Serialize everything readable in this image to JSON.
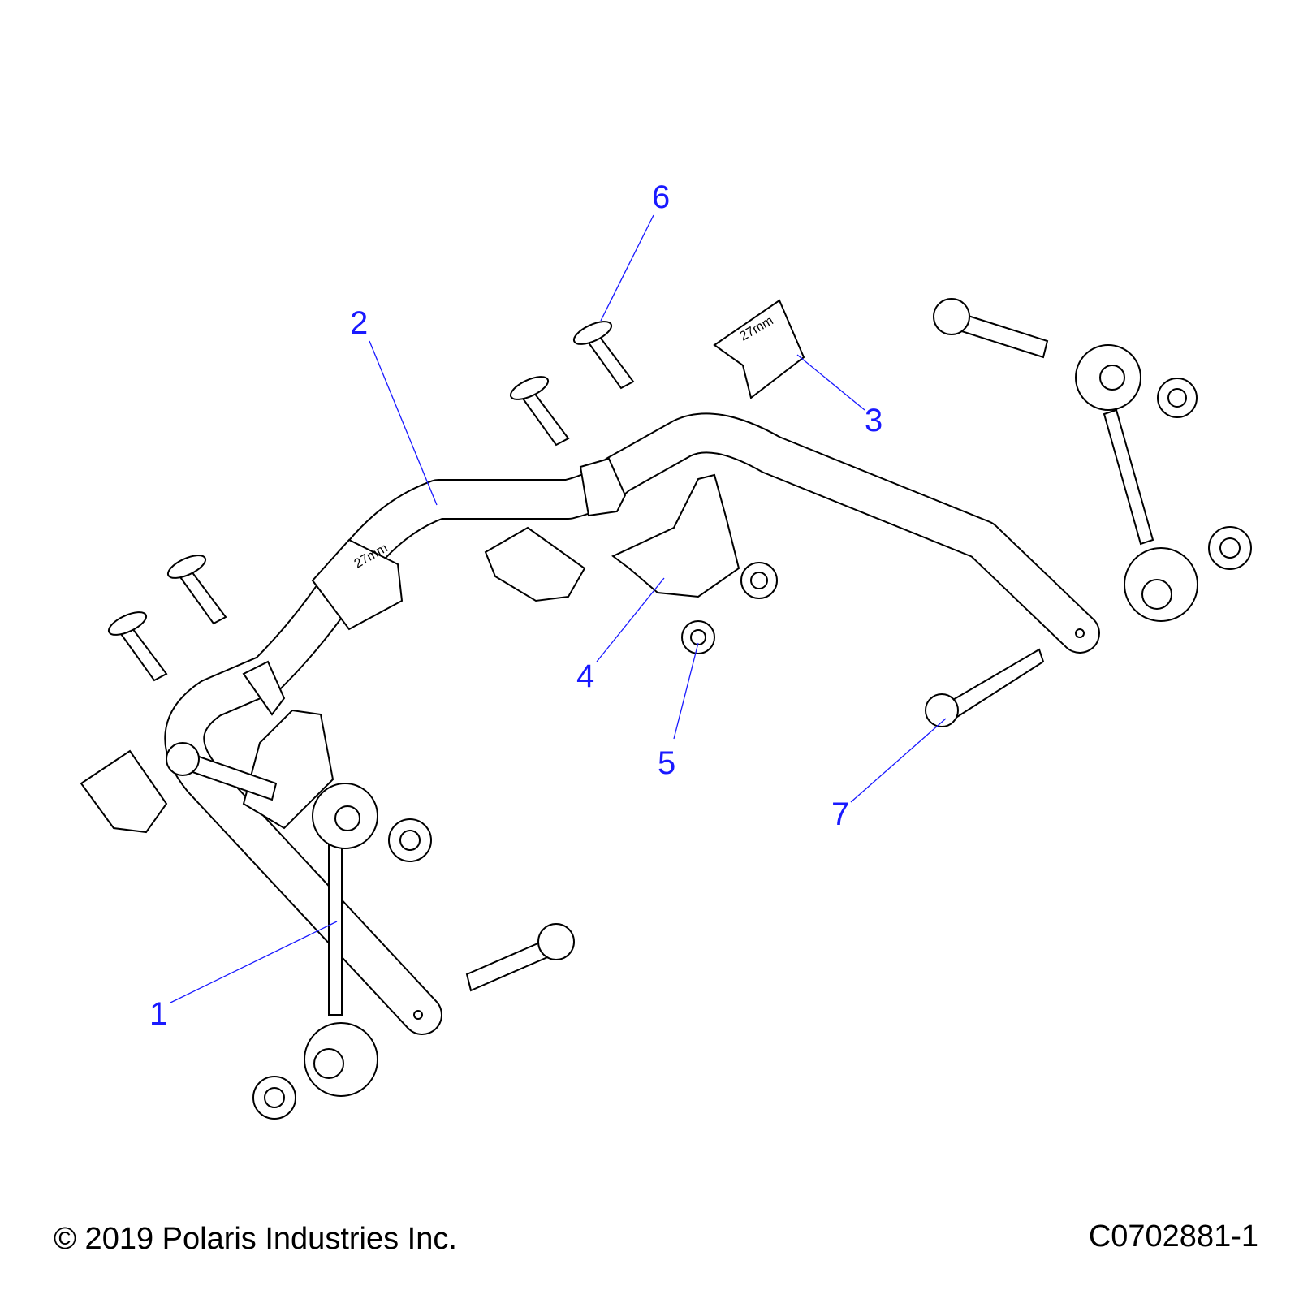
{
  "diagram": {
    "callouts": [
      "1",
      "2",
      "3",
      "4",
      "5",
      "6",
      "7"
    ],
    "bushing_marking": "27mm"
  },
  "footer": {
    "copyright": "© 2019 Polaris Industries Inc.",
    "part_code": "C0702881-1"
  },
  "colors": {
    "callout": "#1a1aff",
    "outline": "#000000"
  }
}
